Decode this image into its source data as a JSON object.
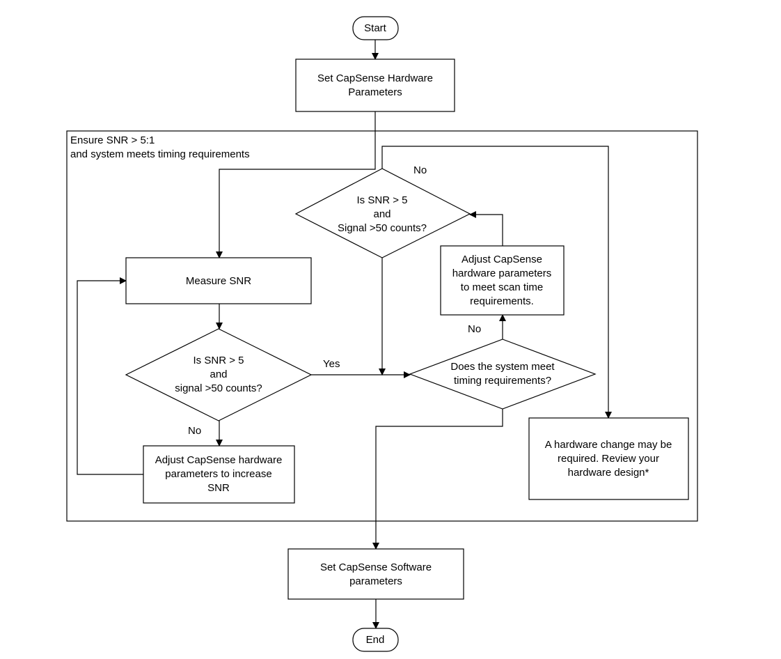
{
  "start": "Start",
  "end": "End",
  "set_hw": [
    "Set CapSense Hardware",
    "Parameters"
  ],
  "frame_label": [
    "Ensure SNR > 5:1",
    "and system meets timing requirements"
  ],
  "measure_snr": "Measure SNR",
  "decision_snr": [
    "Is SNR > 5",
    "and",
    "signal >50 counts?"
  ],
  "adjust_snr": [
    "Adjust CapSense hardware",
    "parameters to increase",
    "SNR"
  ],
  "decision_snr2": [
    "Is SNR > 5",
    "and",
    "Signal >50 counts?"
  ],
  "adjust_scan": [
    "Adjust CapSense",
    "hardware parameters",
    "to meet scan time",
    "requirements."
  ],
  "decision_timing": [
    "Does the system meet",
    "timing requirements?"
  ],
  "hw_change": [
    "A hardware change may be",
    "required. Review your",
    "hardware design*"
  ],
  "set_sw": [
    "Set CapSense Software",
    "parameters"
  ],
  "labels": {
    "yes": "Yes",
    "no": "No"
  }
}
